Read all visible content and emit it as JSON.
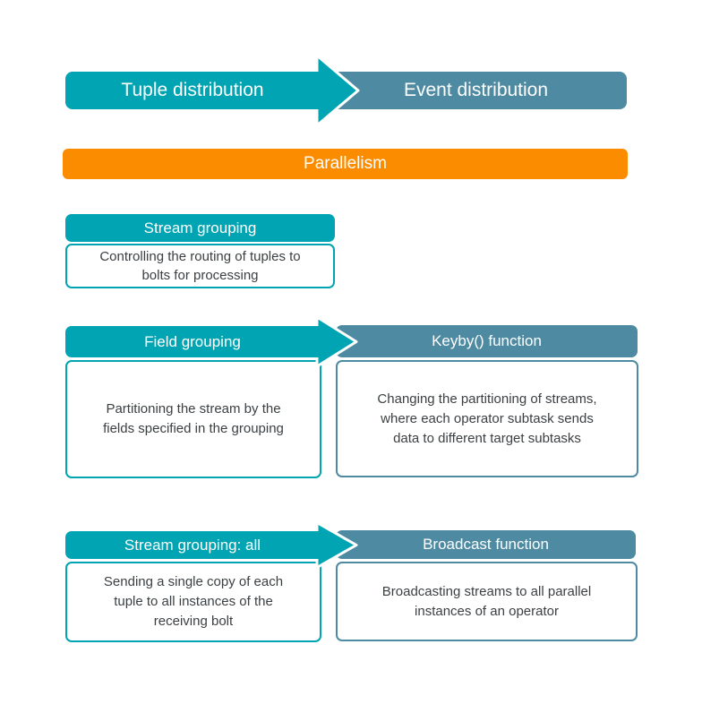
{
  "colors": {
    "teal": "#00a4b2",
    "steel_blue": "#4e8ba2",
    "orange": "#fb8c00",
    "body_text": "#3c4043",
    "label_text": "#ffffff"
  },
  "top_banner": {
    "left_label": "Tuple distribution",
    "right_label": "Event distribution"
  },
  "parallelism": {
    "label": "Parallelism"
  },
  "stream_grouping": {
    "title": "Stream grouping",
    "body_lines": [
      "Controlling the routing of tuples to",
      "bolts for processing"
    ]
  },
  "rows": [
    {
      "left_title": "Field grouping",
      "right_title": "Keyby() function",
      "left_body_lines": [
        "Partitioning the stream by the",
        "fields specified in the grouping"
      ],
      "right_body_lines": [
        "Changing the partitioning of streams,",
        "where each operator subtask sends",
        "data to different target subtasks"
      ]
    },
    {
      "left_title": "Stream grouping: all",
      "right_title": "Broadcast function",
      "left_body_lines": [
        "Sending a single copy of each",
        "tuple to all instances of the",
        "receiving bolt"
      ],
      "right_body_lines": [
        "Broadcasting streams to all parallel",
        "instances of an operator"
      ]
    }
  ]
}
